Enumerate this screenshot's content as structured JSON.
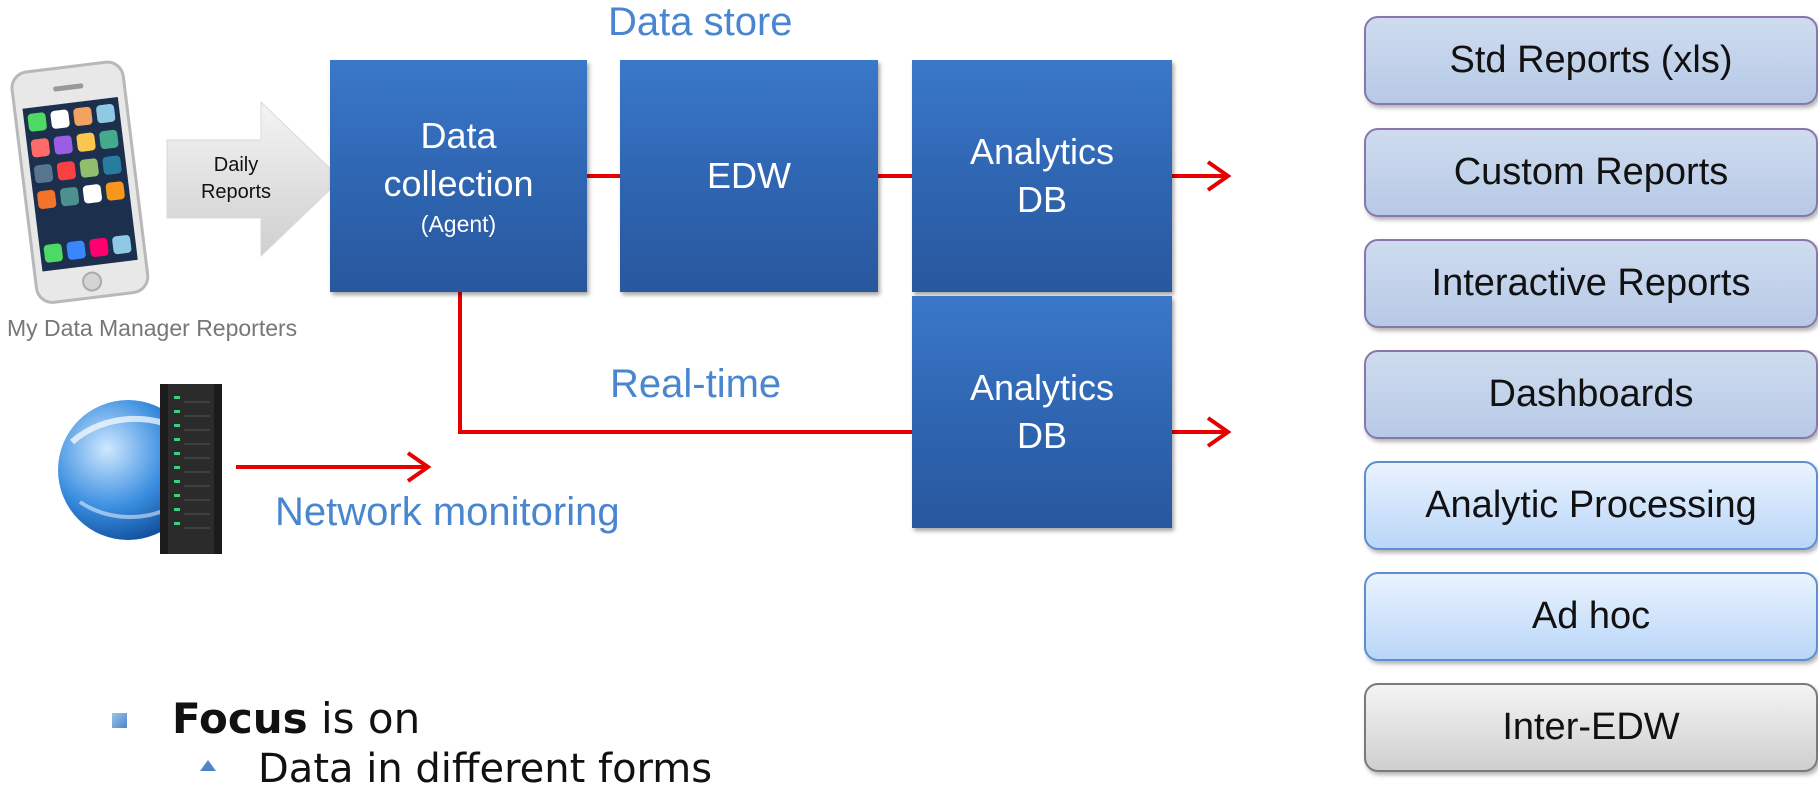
{
  "title": "Data store",
  "source": {
    "device_caption": "My Data Manager Reporters",
    "arrow_label_line1": "Daily",
    "arrow_label_line2": "Reports",
    "network_label": "Network monitoring"
  },
  "boxes": {
    "collection_line1": "Data",
    "collection_line2": "collection",
    "collection_sub": "(Agent)",
    "edw": "EDW",
    "analytics1_line1": "Analytics",
    "analytics1_line2": "DB",
    "analytics2_line1": "Analytics",
    "analytics2_line2": "DB"
  },
  "realtime_label": "Real-time",
  "outputs": [
    "Std Reports (xls)",
    "Custom Reports",
    "Interactive Reports",
    "Dashboards",
    "Analytic Processing",
    "Ad hoc",
    "Inter-EDW"
  ],
  "bullets": {
    "main_bold": "Focus",
    "main_rest": " is on",
    "sub": "Data in different forms"
  },
  "colors": {
    "box_blue": "#2e64b0",
    "connector_red": "#e60000",
    "label_blue": "#4a86cf"
  }
}
